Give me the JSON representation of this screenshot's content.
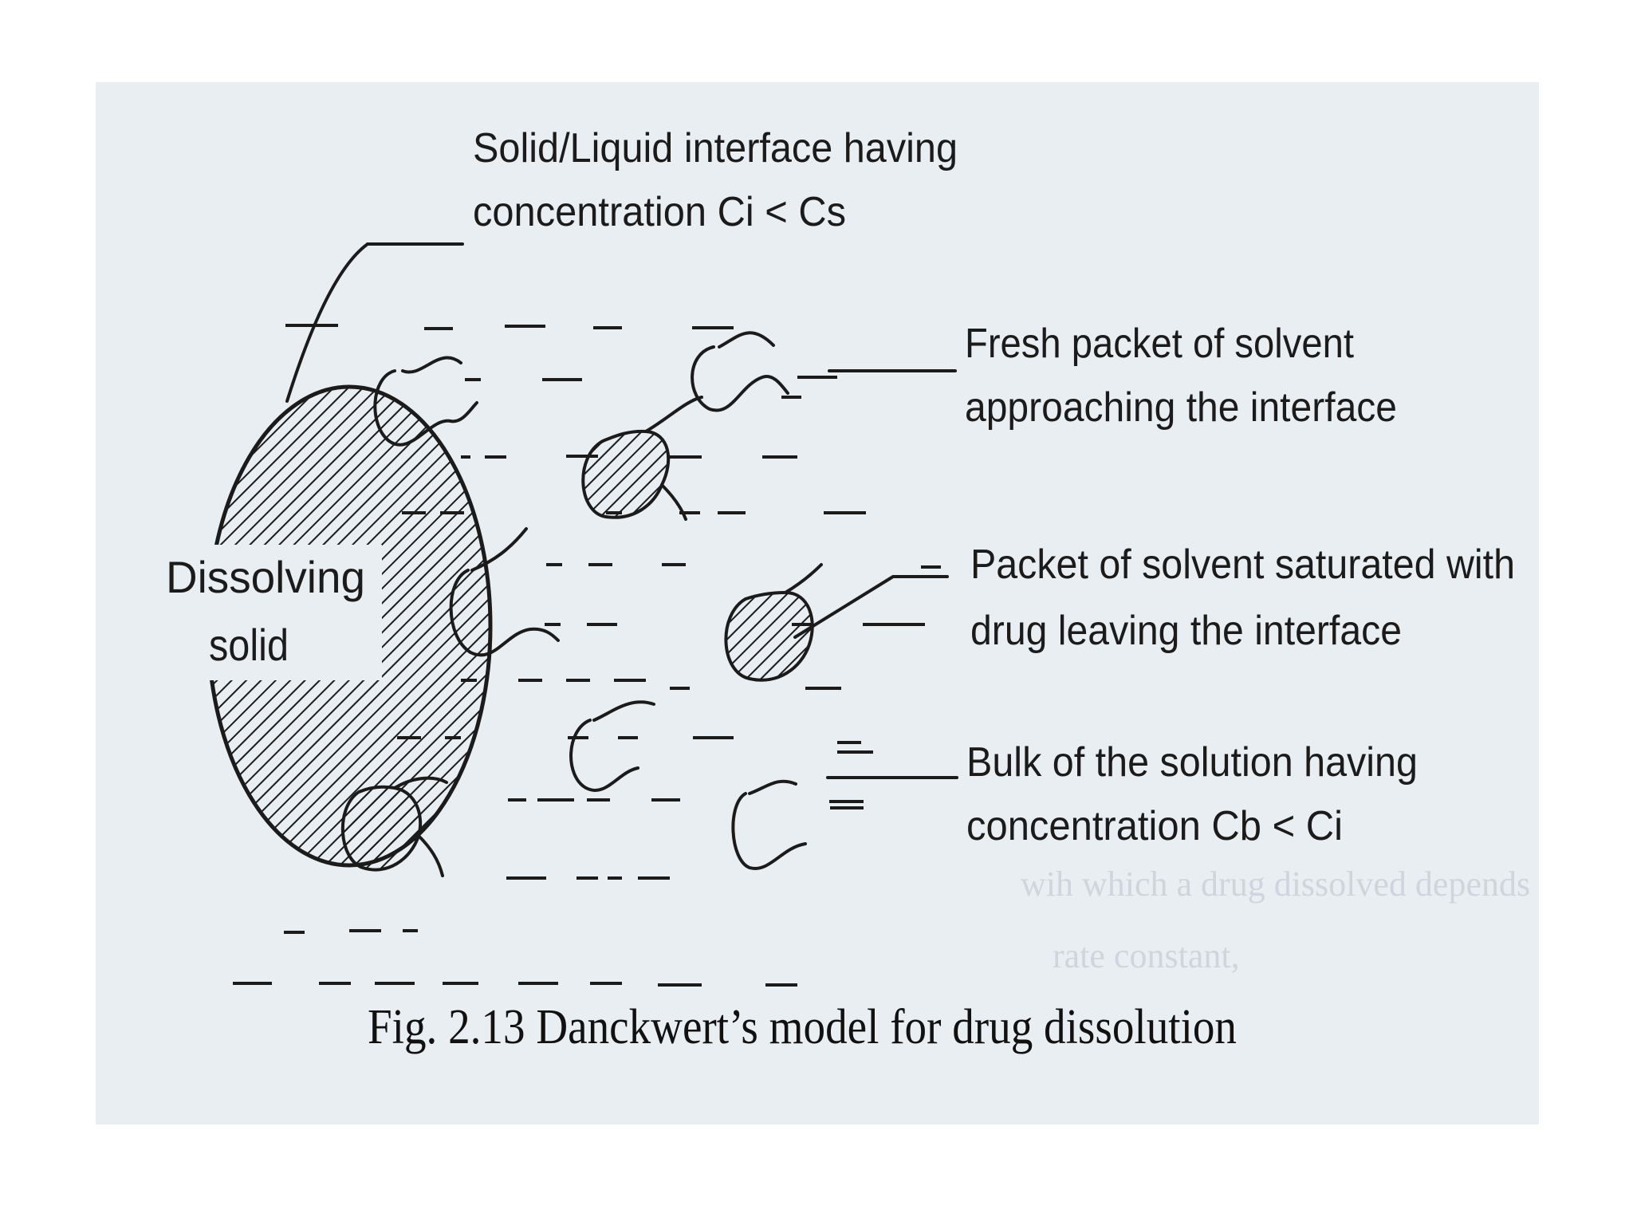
{
  "figure": {
    "caption": "Fig. 2.13  Danckwert’s model for drug dissolution",
    "solid_label": "Dissolving\nsolid",
    "labels": {
      "interface": [
        "Solid/Liquid interface having",
        "concentration Ci < Cs"
      ],
      "fresh_packet": [
        "Fresh packet of solvent",
        "approaching the interface"
      ],
      "saturated_packet": [
        "Packet of solvent saturated with",
        "drug leaving the interface"
      ],
      "bulk": [
        "Bulk of the solution having",
        "concentration Cb < Ci"
      ]
    }
  }
}
